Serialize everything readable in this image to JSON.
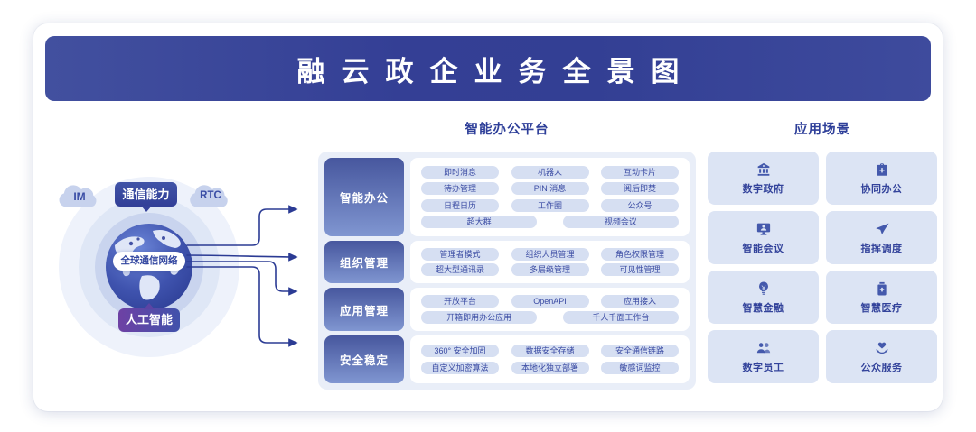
{
  "banner": {
    "title": "融云政企业务全景图"
  },
  "left_graphic": {
    "cloud_left": "IM",
    "cloud_right": "RTC",
    "badge_top": "通信能力",
    "badge_bottom": "人工智能",
    "globe_label": "全球通信网络"
  },
  "platform": {
    "title": "智能办公平台",
    "categories": [
      {
        "label": "智能办公",
        "rows": [
          {
            "wide": false,
            "items": [
              "即时消息",
              "机器人",
              "互动卡片"
            ]
          },
          {
            "wide": false,
            "items": [
              "待办管理",
              "PIN 消息",
              "阅后即焚"
            ]
          },
          {
            "wide": false,
            "items": [
              "日程日历",
              "工作圈",
              "公众号"
            ]
          },
          {
            "wide": true,
            "items": [
              "超大群",
              "视频会议"
            ]
          }
        ]
      },
      {
        "label": "组织管理",
        "rows": [
          {
            "wide": false,
            "items": [
              "管理者模式",
              "组织人员管理",
              "角色权限管理"
            ]
          },
          {
            "wide": false,
            "items": [
              "超大型通讯录",
              "多层级管理",
              "可见性管理"
            ]
          }
        ]
      },
      {
        "label": "应用管理",
        "rows": [
          {
            "wide": false,
            "items": [
              "开放平台",
              "OpenAPI",
              "应用接入"
            ]
          },
          {
            "wide": true,
            "items": [
              "开箱即用办公应用",
              "千人千面工作台"
            ]
          }
        ]
      },
      {
        "label": "安全稳定",
        "rows": [
          {
            "wide": false,
            "items": [
              "360° 安全加固",
              "数据安全存储",
              "安全通信链路"
            ]
          },
          {
            "wide": false,
            "items": [
              "自定义加密算法",
              "本地化独立部署",
              "敏感词监控"
            ]
          }
        ]
      }
    ]
  },
  "scenarios": {
    "title": "应用场景",
    "tiles": [
      {
        "label": "数字政府",
        "icon": "government-icon"
      },
      {
        "label": "协同办公",
        "icon": "briefcase-icon"
      },
      {
        "label": "智能会议",
        "icon": "meeting-icon"
      },
      {
        "label": "指挥调度",
        "icon": "dispatch-icon"
      },
      {
        "label": "智慧金融",
        "icon": "finance-icon"
      },
      {
        "label": "智慧医疗",
        "icon": "medical-icon"
      },
      {
        "label": "数字员工",
        "icon": "employees-icon"
      },
      {
        "label": "公众服务",
        "icon": "public-service-icon"
      }
    ]
  },
  "colors": {
    "banner": "#333f94",
    "section_title": "#2e3f99",
    "container_bg": "#e9eef8",
    "pill_bg": "#d6dff2",
    "tile_bg": "#dce4f4",
    "arrow": "#2b3b94",
    "ai_badge_purple": "#6e41a4"
  }
}
